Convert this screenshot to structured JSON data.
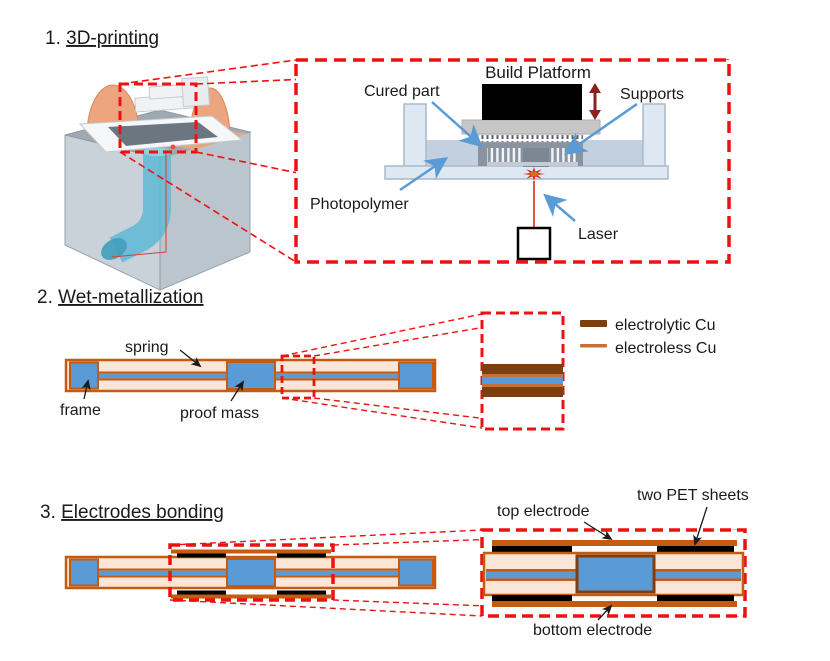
{
  "figure": {
    "steps": {
      "s1": {
        "num": "1. ",
        "label": "3D-printing"
      },
      "s2": {
        "num": "2. ",
        "label": "Wet-metallization"
      },
      "s3": {
        "num": "3. ",
        "label": "Electrodes bonding"
      }
    },
    "printer": {
      "build_platform": "Build Platform",
      "cured_part": "Cured part",
      "supports": "Supports",
      "photopolymer": "Photopolymer",
      "laser": "Laser"
    },
    "device": {
      "spring": "spring",
      "frame": "frame",
      "proof_mass": "proof mass"
    },
    "legend": {
      "electrolytic": {
        "label": "electrolytic Cu",
        "color": "#7B3F10"
      },
      "electroless": {
        "label": "electroless Cu",
        "color": "#C87137"
      }
    },
    "bonding": {
      "top_electrode": "top electrode",
      "pet_sheets": "two PET sheets",
      "bottom_electrode": "bottom electrode"
    },
    "colors": {
      "highlight_red": "#EE1111",
      "copper_dark": "#7B3F10",
      "copper_mid": "#C55A11",
      "polymer_tan": "#FBE5D6",
      "part_blue": "#5B9BD5",
      "electrode_black": "#000000",
      "callout_blue": "#5B9BD5",
      "platform_arrow_maroon": "#8B2121"
    }
  }
}
